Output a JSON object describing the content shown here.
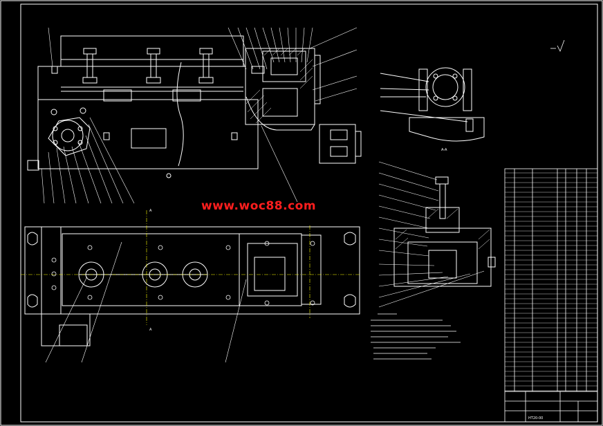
{
  "watermark": "www.woc88.com",
  "colors": {
    "background": "#000000",
    "line": "#ffffff",
    "watermark": "#ff1e1e",
    "accent_line": "#ffff00",
    "center_line": "#ff4040"
  },
  "section_label": "A-A",
  "view_markers": [
    "A",
    "A"
  ],
  "title_block": {
    "drawing_no": "HT20-00"
  }
}
